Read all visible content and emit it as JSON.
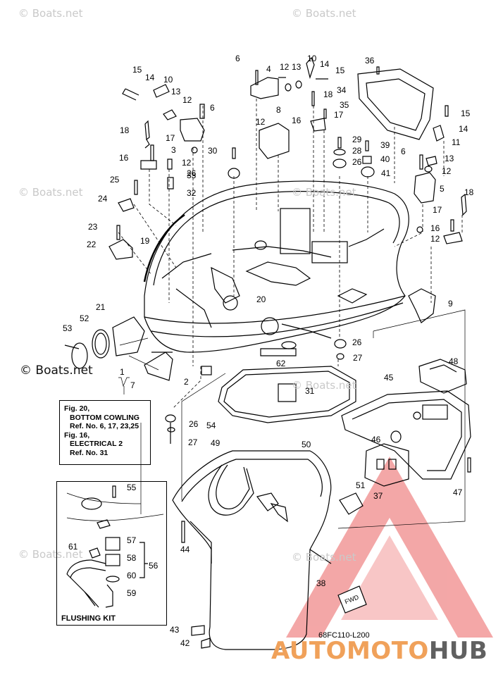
{
  "watermark": "© Boats.net",
  "watermark_main": "© Boats.net",
  "part_labels": [
    {
      "id": "1",
      "text": "1"
    },
    {
      "id": "2",
      "text": "2"
    },
    {
      "id": "3",
      "text": "3"
    },
    {
      "id": "4",
      "text": "4"
    },
    {
      "id": "5",
      "text": "5"
    },
    {
      "id": "6a",
      "text": "6"
    },
    {
      "id": "6b",
      "text": "6"
    },
    {
      "id": "6c",
      "text": "6"
    },
    {
      "id": "7",
      "text": "7"
    },
    {
      "id": "8",
      "text": "8"
    },
    {
      "id": "9",
      "text": "9"
    },
    {
      "id": "10a",
      "text": "10"
    },
    {
      "id": "10b",
      "text": "10"
    },
    {
      "id": "11",
      "text": "11"
    },
    {
      "id": "12a",
      "text": "12"
    },
    {
      "id": "12b",
      "text": "12"
    },
    {
      "id": "12c",
      "text": "12"
    },
    {
      "id": "12d",
      "text": "12"
    },
    {
      "id": "12e",
      "text": "12"
    },
    {
      "id": "12f",
      "text": "12"
    },
    {
      "id": "13a",
      "text": "13"
    },
    {
      "id": "13b",
      "text": "13"
    },
    {
      "id": "13c",
      "text": "13"
    },
    {
      "id": "14a",
      "text": "14"
    },
    {
      "id": "14b",
      "text": "14"
    },
    {
      "id": "14c",
      "text": "14"
    },
    {
      "id": "15a",
      "text": "15"
    },
    {
      "id": "15b",
      "text": "15"
    },
    {
      "id": "15c",
      "text": "15"
    },
    {
      "id": "16a",
      "text": "16"
    },
    {
      "id": "16b",
      "text": "16"
    },
    {
      "id": "16c",
      "text": "16"
    },
    {
      "id": "17a",
      "text": "17"
    },
    {
      "id": "17b",
      "text": "17"
    },
    {
      "id": "17c",
      "text": "17"
    },
    {
      "id": "18a",
      "text": "18"
    },
    {
      "id": "18b",
      "text": "18"
    },
    {
      "id": "18c",
      "text": "18"
    },
    {
      "id": "19",
      "text": "19"
    },
    {
      "id": "20",
      "text": "20"
    },
    {
      "id": "21",
      "text": "21"
    },
    {
      "id": "22",
      "text": "22"
    },
    {
      "id": "23",
      "text": "23"
    },
    {
      "id": "24",
      "text": "24"
    },
    {
      "id": "25",
      "text": "25"
    },
    {
      "id": "26a",
      "text": "26"
    },
    {
      "id": "26b",
      "text": "26"
    },
    {
      "id": "26c",
      "text": "26"
    },
    {
      "id": "26d",
      "text": "26"
    },
    {
      "id": "27a",
      "text": "27"
    },
    {
      "id": "27b",
      "text": "27"
    },
    {
      "id": "28",
      "text": "28"
    },
    {
      "id": "29",
      "text": "29"
    },
    {
      "id": "30",
      "text": "30"
    },
    {
      "id": "31",
      "text": "31"
    },
    {
      "id": "32",
      "text": "32"
    },
    {
      "id": "33",
      "text": "33"
    },
    {
      "id": "34",
      "text": "34"
    },
    {
      "id": "35",
      "text": "35"
    },
    {
      "id": "36",
      "text": "36"
    },
    {
      "id": "37",
      "text": "37"
    },
    {
      "id": "38",
      "text": "38"
    },
    {
      "id": "39",
      "text": "39"
    },
    {
      "id": "40",
      "text": "40"
    },
    {
      "id": "41",
      "text": "41"
    },
    {
      "id": "42",
      "text": "42"
    },
    {
      "id": "43",
      "text": "43"
    },
    {
      "id": "44",
      "text": "44"
    },
    {
      "id": "45",
      "text": "45"
    },
    {
      "id": "46",
      "text": "46"
    },
    {
      "id": "47",
      "text": "47"
    },
    {
      "id": "48",
      "text": "48"
    },
    {
      "id": "49",
      "text": "49"
    },
    {
      "id": "50",
      "text": "50"
    },
    {
      "id": "51",
      "text": "51"
    },
    {
      "id": "52",
      "text": "52"
    },
    {
      "id": "53",
      "text": "53"
    },
    {
      "id": "54",
      "text": "54"
    },
    {
      "id": "55",
      "text": "55"
    },
    {
      "id": "56",
      "text": "56"
    },
    {
      "id": "57",
      "text": "57"
    },
    {
      "id": "58",
      "text": "58"
    },
    {
      "id": "59",
      "text": "59"
    },
    {
      "id": "60",
      "text": "60"
    },
    {
      "id": "61",
      "text": "61"
    },
    {
      "id": "62",
      "text": "62"
    }
  ],
  "reference_box": {
    "line1": "Fig. 20,",
    "line2": "BOTTOM COWLING",
    "line3": "Ref. No. 6, 17, 23,25",
    "line4": "Fig. 16,",
    "line5": "ELECTRICAL 2",
    "line6": "Ref. No. 31"
  },
  "flushing_kit_title": "FLUSHING KIT",
  "fwd_label": "FWD",
  "figure_code": "68FC110-L200",
  "logo": {
    "part1": "AUTOMOTO",
    "part2": "HUB",
    "color1": "#f0a15a",
    "color2": "#606060",
    "triangle_color": "#f08a8a"
  }
}
